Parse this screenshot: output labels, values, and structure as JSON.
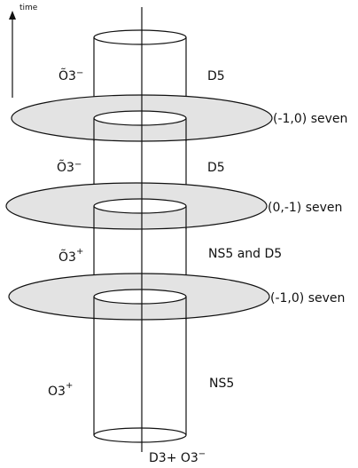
{
  "axis": {
    "label": "time"
  },
  "diagram": {
    "region_labels": [
      {
        "text": "Õ3",
        "sup": "−",
        "brane": "D5"
      },
      {
        "text": "Õ3",
        "sup": "−",
        "brane": "D5"
      },
      {
        "text": "Õ3",
        "sup": "+",
        "brane": "NS5 and D5"
      },
      {
        "text": "O3",
        "sup": "+",
        "brane": "NS5"
      }
    ],
    "sevenbranes": [
      {
        "label": "(-1,0) seven"
      },
      {
        "label": "(0,-1) seven"
      },
      {
        "label": "(-1,0) seven"
      }
    ],
    "bottom_label": {
      "text": "D3+ O3",
      "sup": "−"
    }
  },
  "colors": {
    "disk_fill": "#e3e3e3",
    "stroke": "#111111",
    "inner_disk": "#ffffff"
  }
}
